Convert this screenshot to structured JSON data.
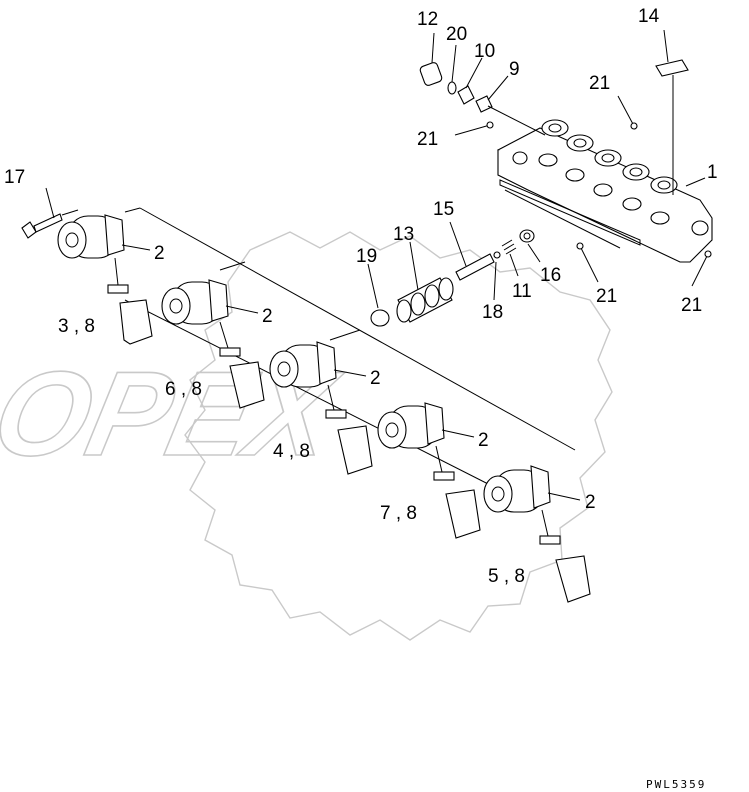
{
  "diagram": {
    "watermark_text": "OPEX",
    "drawing_code": "PWL5359",
    "callouts": {
      "c1": "1",
      "c2a": "2",
      "c2b": "2",
      "c2c": "2",
      "c2d": "2",
      "c2e": "2",
      "c38": "3 , 8",
      "c68": "6 , 8",
      "c48": "4 , 8",
      "c78": "7 , 8",
      "c58": "5 , 8",
      "c9": "9",
      "c10": "10",
      "c11": "11",
      "c12": "12",
      "c13": "13",
      "c14": "14",
      "c15": "15",
      "c16": "16",
      "c17": "17",
      "c18": "18",
      "c19": "19",
      "c20": "20",
      "c21a": "21",
      "c21b": "21",
      "c21c": "21",
      "c21d": "21"
    }
  }
}
